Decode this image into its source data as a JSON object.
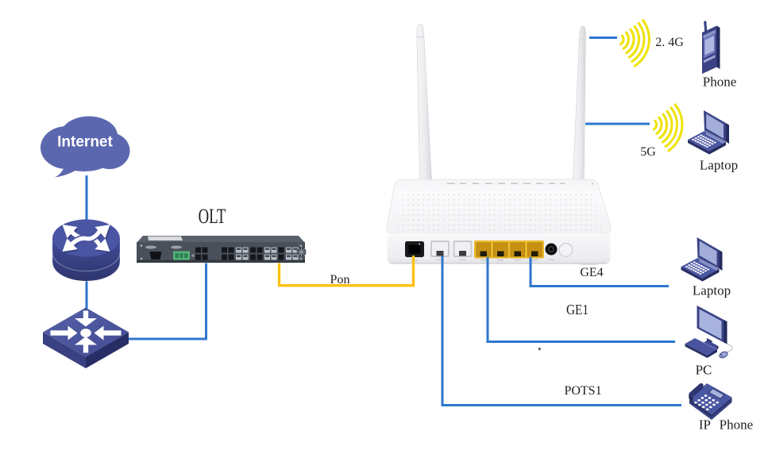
{
  "diagram_title": "FTTH network topology: Internet to OLT to ONU with wireless and wired clients",
  "colors": {
    "cable_blue": "#2e76ce",
    "cable_yellow": "#ffc013",
    "wifi_yellow": "#efe30d",
    "cloud_fill": "#5b67ae",
    "icon_navy": "#3a4386",
    "icon_dark": "#2b3168",
    "icon_mid": "#4c57a4",
    "icon_screen": "#a8b2de",
    "olt_chassis": "#4a505a",
    "onu_body": "#f4f4f6"
  },
  "nodes": {
    "internet": {
      "label": "Internet"
    },
    "olt": {
      "label": "OLT"
    },
    "onu": {
      "description": "wireless ONU router with two antennas"
    },
    "phone": {
      "label": "Phone"
    },
    "laptop_5g": {
      "label": "Laptop"
    },
    "laptop_ge4": {
      "label": "Laptop"
    },
    "pc": {
      "label": "PC"
    },
    "ip_phone": {
      "label": "IP Phone"
    }
  },
  "links": {
    "pon": {
      "label": "Pon"
    },
    "wifi_24g": {
      "label": "2. 4G"
    },
    "wifi_5g": {
      "label": "5G"
    },
    "ge4": {
      "label": "GE4"
    },
    "ge1": {
      "label": "GE1"
    },
    "pots1": {
      "label": "POTS1"
    }
  }
}
